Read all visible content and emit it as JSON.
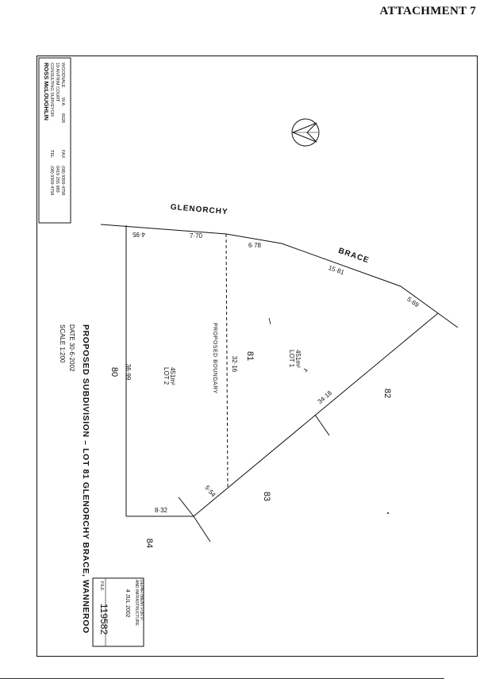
{
  "header": {
    "attachment": "ATTACHMENT 7"
  },
  "surveyor": {
    "name": "ROSS McLOUGHLIN",
    "title": "CONSULTING SURVEYOR",
    "street": "19 ANTRIM COURT",
    "town": "WOODVALE",
    "state": "W.A.",
    "postcode": "6026",
    "tel_label": "TEL",
    "tel": "(08) 9309 4758",
    "mobile": "0419 255 989",
    "fax_label": "FAX",
    "fax": "(08) 9309 4758"
  },
  "streets": {
    "glenorchy": "GLENORCHY",
    "brace": "BRACE"
  },
  "dimensions": {
    "d_4_95": "4·95",
    "d_7_70": "7·70",
    "d_6_78": "6·78",
    "d_15_81": "15·81",
    "d_5_69": "5·69",
    "d_36_99": "36·99",
    "d_32_16": "32·16",
    "d_34_18": "34·18",
    "d_5_54": "5·54",
    "d_8_32": "8·32"
  },
  "lots": {
    "lot1_title": "LOT 1",
    "lot1_area": "451m²",
    "lot2_title": "LOT 2",
    "lot2_area": "451m²",
    "lot81": "81",
    "lot80": "80",
    "lot82": "82",
    "lot83": "83",
    "lot84": "84",
    "boundary_label": "PROPOSED BOUNDARY"
  },
  "title_block": {
    "title": "PROPOSED SUBDIVISION  –  LOT 81 GLENORCHY BRACE, WANNEROO",
    "date": "DATE  30·6·2002",
    "scale": "SCALE  1:200"
  },
  "stamp": {
    "department": "DEPARTMENT FOR P...",
    "infrastructure": "AND INFRASTRUCTURE",
    "date": "4 JUL 2002",
    "file_label": "FILE",
    "file_number": "119582"
  }
}
